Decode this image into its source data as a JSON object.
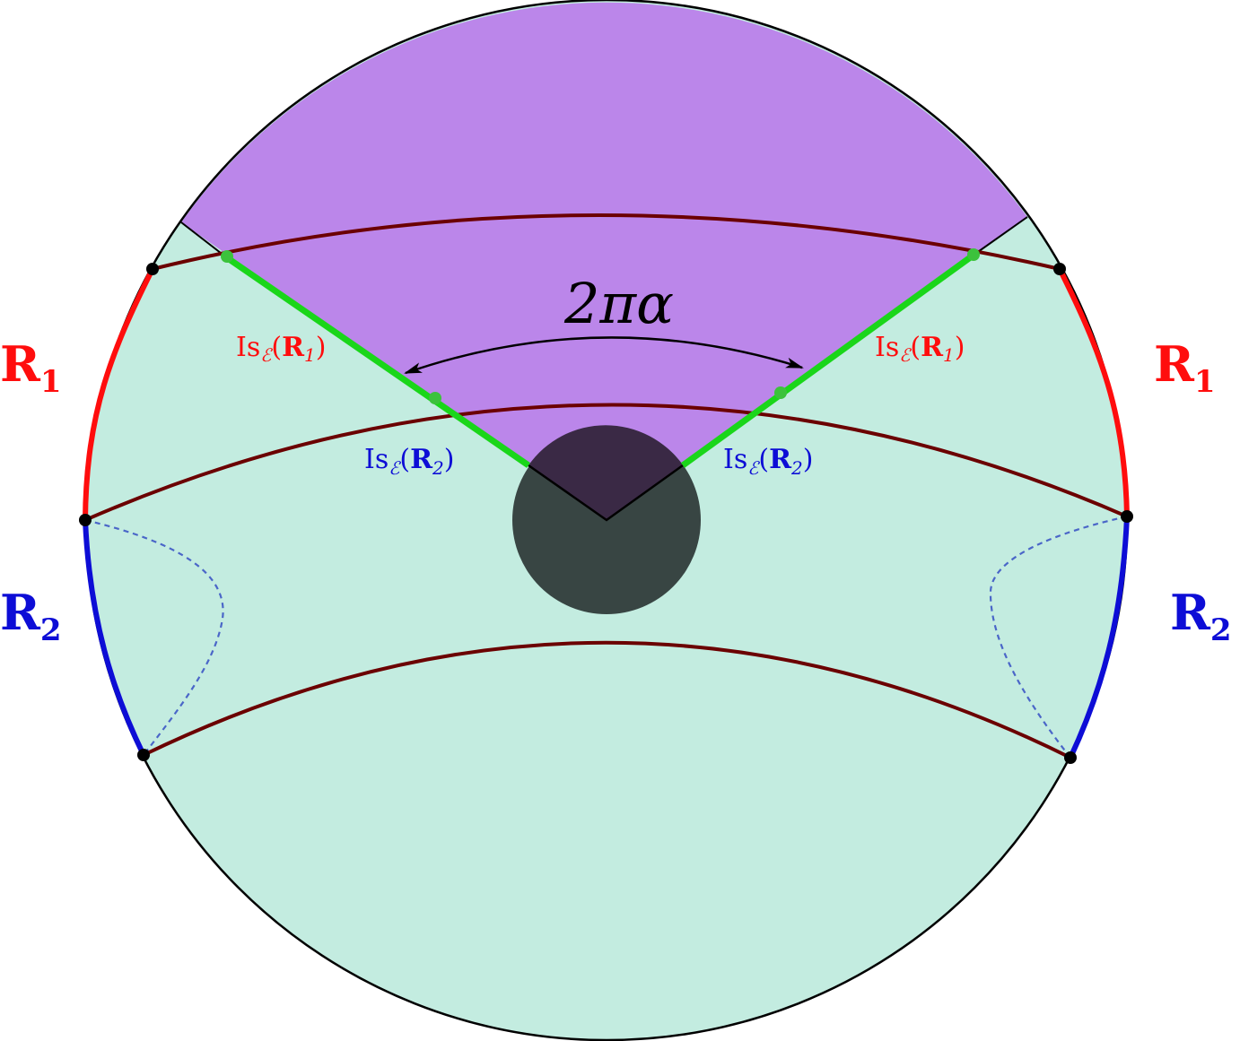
{
  "colors": {
    "background": "#ffffff",
    "bulk": "#c3ece0",
    "wedge": "#bb86ea",
    "defect": "#384543",
    "defect_wedge": "#3a2945",
    "geodesic": "#6b0000",
    "green": "#1ad61a",
    "red": "#ff0d0d",
    "blue": "#0d0dd6",
    "dashed": "#4a66c8",
    "outline": "#000000"
  },
  "labels": {
    "angle": "2πα",
    "region1": {
      "main": "R",
      "sub": "1"
    },
    "region2": {
      "main": "R",
      "sub": "2"
    },
    "iso_prefix": "Is",
    "iso_sub": "ℰ",
    "iso_r1": {
      "open": "(",
      "main": "R",
      "sub": "1",
      "close": ")"
    },
    "iso_r2": {
      "open": "(",
      "main": "R",
      "sub": "2",
      "close": ")"
    }
  }
}
